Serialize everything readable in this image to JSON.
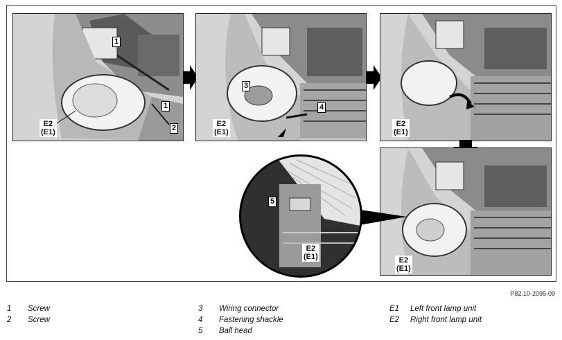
{
  "figure": {
    "reference_code": "P82.10-2095-09",
    "panels": [
      {
        "callouts": [
          "1",
          "1",
          "2"
        ],
        "lamp_label": [
          "E2",
          "(E1)"
        ]
      },
      {
        "callouts": [
          "3",
          "4"
        ],
        "lamp_label": [
          "E2",
          "(E1)"
        ]
      },
      {
        "callouts": [],
        "lamp_label": [
          "E2",
          "(E1)"
        ]
      },
      {
        "callouts": [],
        "lamp_label": [
          "E2",
          "(E1)"
        ]
      }
    ],
    "detail": {
      "callouts": [
        "5"
      ],
      "lamp_label": [
        "E2",
        "(E1)"
      ]
    }
  },
  "legend": {
    "columns": [
      [
        {
          "num": "1",
          "text": "Screw"
        },
        {
          "num": "2",
          "text": "Screw"
        }
      ],
      [
        {
          "num": "3",
          "text": "Wiring connector"
        },
        {
          "num": "4",
          "text": "Fastening shackle"
        },
        {
          "num": "5",
          "text": "Ball head"
        }
      ],
      [
        {
          "num": "E1",
          "text": "Left front lamp unit"
        },
        {
          "num": "E2",
          "text": "Right front lamp unit"
        }
      ]
    ]
  }
}
